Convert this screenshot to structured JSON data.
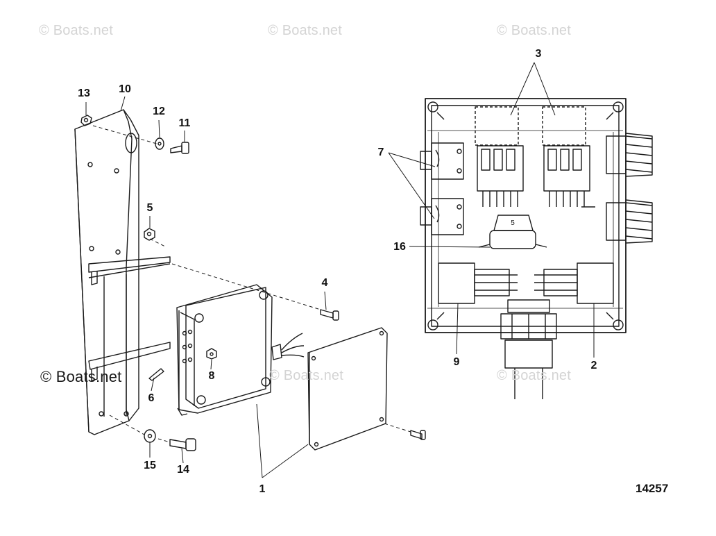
{
  "watermarks": [
    "© Boats.net",
    "© Boats.net",
    "© Boats.net",
    "© Boats.net",
    "© Boats.net",
    "© Boats.net"
  ],
  "callouts": {
    "c1": "1",
    "c2": "2",
    "c3": "3",
    "c4": "4",
    "c5": "5",
    "c6": "6",
    "c7": "7",
    "c8": "8",
    "c9": "9",
    "c10": "10",
    "c11": "11",
    "c12": "12",
    "c13": "13",
    "c14": "14",
    "c15": "15",
    "c16": "16"
  },
  "relay_label": "5",
  "drawing_number": "14257",
  "colors": {
    "ink": "#1a1a1a",
    "watermark": "#d4d4d4",
    "background": "#ffffff"
  }
}
